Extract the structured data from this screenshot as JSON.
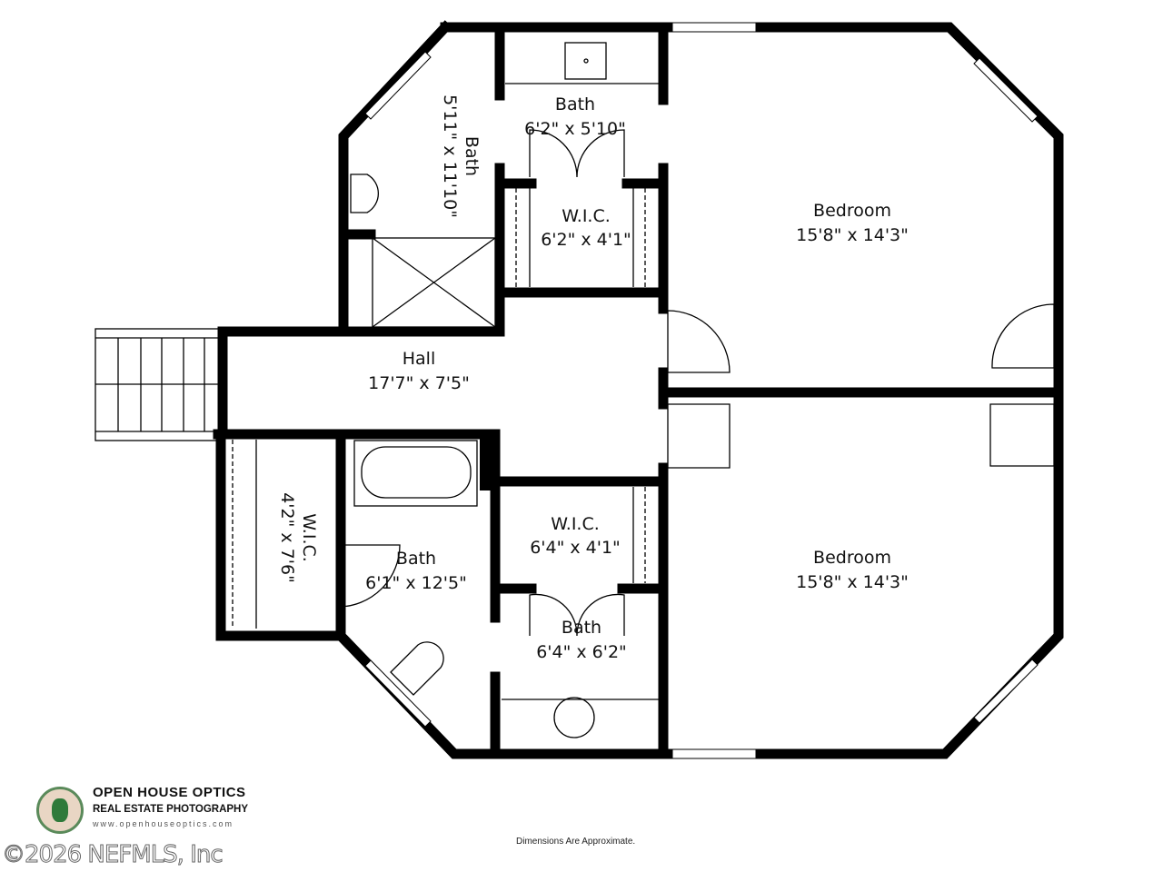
{
  "rooms": [
    {
      "name": "Bath",
      "dims": "5'11\" x 11'10\""
    },
    {
      "name": "Bath",
      "dims": "6'2\" x 5'10\""
    },
    {
      "name": "W.I.C.",
      "dims": "6'2\" x 4'1\""
    },
    {
      "name": "Bedroom",
      "dims": "15'8\" x 14'3\""
    },
    {
      "name": "Hall",
      "dims": "17'7\" x 7'5\""
    },
    {
      "name": "W.I.C.",
      "dims": "4'2\" x 7'6\""
    },
    {
      "name": "Bath",
      "dims": "6'1\" x 12'5\""
    },
    {
      "name": "W.I.C.",
      "dims": "6'4\" x 4'1\""
    },
    {
      "name": "Bath",
      "dims": "6'4\" x 6'2\""
    },
    {
      "name": "Bedroom",
      "dims": "15'8\" x 14'3\""
    }
  ],
  "logo": {
    "line1": "OPEN HOUSE OPTICS",
    "line2": "REAL ESTATE PHOTOGRAPHY",
    "line3": "www.openhouseoptics.com"
  },
  "watermark": "©2026 NEFMLS, Inc",
  "footer_note": "Dimensions Are Approximate."
}
